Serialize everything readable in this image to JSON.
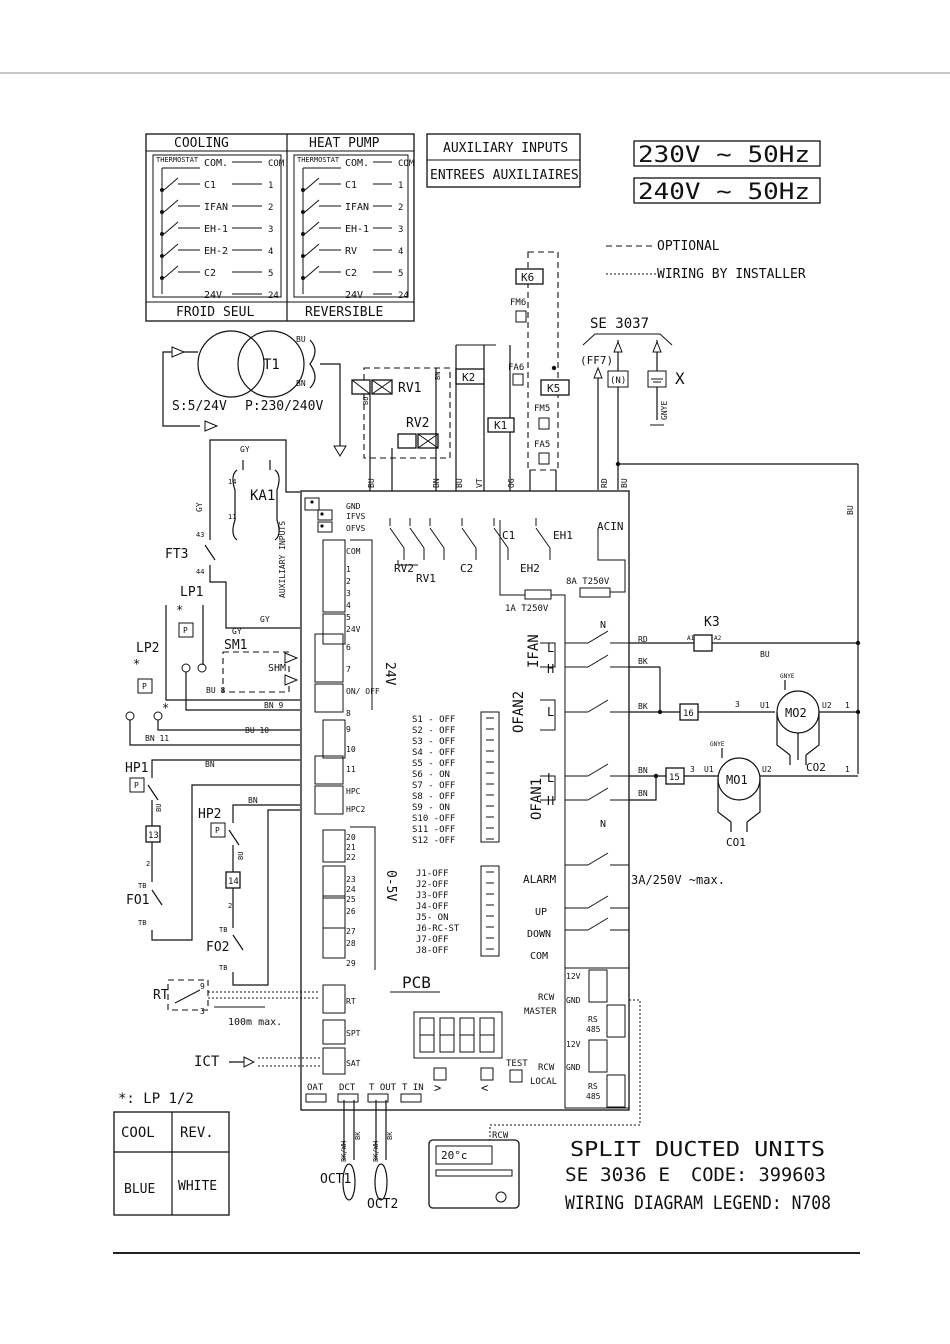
{
  "thermostats": {
    "cooling": {
      "header": "COOLING",
      "footer": "FROID SEUL",
      "sublabel": "THERMOSTAT",
      "contacts": [
        "COM.",
        "C1",
        "IFAN",
        "EH-1",
        "EH-2",
        "C2",
        "24V"
      ],
      "terminals": [
        "COM",
        "1",
        "2",
        "3",
        "4",
        "5",
        "24"
      ]
    },
    "heatpump": {
      "header": "HEAT PUMP",
      "footer": "REVERSIBLE",
      "sublabel": "THERMOSTAT",
      "contacts": [
        "COM.",
        "C1",
        "IFAN",
        "EH-1",
        "RV",
        "C2",
        "24V"
      ],
      "terminals": [
        "COM",
        "1",
        "2",
        "3",
        "4",
        "5",
        "24"
      ]
    }
  },
  "aux_inputs": {
    "line1": "AUXILIARY INPUTS",
    "line2": "ENTREES AUXILIAIRES"
  },
  "supply": [
    "230V ~ 50Hz",
    "240V ~ 50Hz"
  ],
  "legend": {
    "optional": "OPTIONAL",
    "installer": "WIRING BY INSTALLER"
  },
  "model_tag": "SE 3037",
  "transformer": {
    "name": "T1",
    "spec_left": "S:5/24V",
    "spec_right": "P:230/240V",
    "bu": "BU",
    "bn": "BN"
  },
  "relays": {
    "rv1": "RV1",
    "rv2": "RV2",
    "k1": "K1",
    "k2": "K2",
    "k5": "K5",
    "k6": "K6",
    "ka1": "KA1",
    "k3": "K3"
  },
  "fans": {
    "fm6": "FM6",
    "fa6": "FA6",
    "fm5": "FM5",
    "fa5": "FA5"
  },
  "ff7": "(FF7)",
  "neutral": "(N)",
  "gnd_label": "GNYE",
  "x_mark": "X",
  "pcb_top_wires": [
    "BU",
    "N",
    "N",
    "BN",
    "BU",
    "VT",
    "OG",
    "N",
    "RD",
    "BU"
  ],
  "pcb": {
    "title": "PCB",
    "left_terms": [
      "GND",
      "IFVS",
      "OFVS",
      "COM",
      "1",
      "2",
      "3",
      "4",
      "5",
      "24V",
      "6",
      "7",
      "ON/ OFF",
      "8",
      "9",
      "10",
      "11",
      "HPC",
      "HPC2",
      "20",
      "21",
      "22",
      "23",
      "24",
      "25",
      "26",
      "27",
      "28",
      "29",
      "RT",
      "SPT",
      "SAT"
    ],
    "aux_vertical": "AUXILIARY INPUTS",
    "v24": "24V",
    "v05": "0-5V",
    "switches": [
      "S1 - OFF",
      "S2 - OFF",
      "S3 - OFF",
      "S4 - OFF",
      "S5 - OFF",
      "S6 -  ON",
      "S7 - OFF",
      "S8 - OFF",
      "S9 -  ON",
      "S10 -OFF",
      "S11 -OFF",
      "S12 -OFF"
    ],
    "jumpers": [
      "J1-OFF",
      "J2-OFF",
      "J3-OFF",
      "J4-OFF",
      "J5-  ON",
      "J6-RC-ST",
      "J7-OFF",
      "J8-OFF"
    ],
    "relay_labels": [
      "RV2",
      "RV1",
      "C2",
      "C1",
      "EH2",
      "EH1",
      "ACIN"
    ],
    "fuses": [
      "1A T250V",
      "8A T250V"
    ],
    "ifan": "IFAN",
    "ofan2": "OFAN2",
    "ofan1": "OFAN1",
    "lh": [
      "L",
      "H",
      "L",
      "L",
      "H"
    ],
    "n_marks": [
      "N",
      "N"
    ],
    "alarm": "ALARM",
    "alarm_rating": "3A/250V ~max.",
    "up": "UP",
    "down": "DOWN",
    "com": "COM",
    "rcw_master": [
      "RCW",
      "MASTER"
    ],
    "rcw_local": [
      "RCW",
      "LOCAL"
    ],
    "v12": "12V",
    "gnd": "GND",
    "rs485": [
      "RS",
      "485"
    ],
    "test": "TEST",
    "bottom_terms": [
      "OAT",
      "DCT",
      "T OUT",
      "T IN"
    ],
    "bottom_wires": [
      "BK/WH",
      "BK",
      "BK/WH",
      "BK"
    ]
  },
  "left_components": {
    "ft3": "FT3",
    "ft3_43": "43",
    "ft3_44": "44",
    "gy": "GY",
    "lp1": "LP1",
    "lp2": "LP2",
    "sm1": "SM1",
    "shm": "SHM",
    "hp1": "HP1",
    "hp2": "HP2",
    "fo1": "FO1",
    "fo2": "FO2",
    "b13": "13",
    "b14": "14",
    "tb": "TB",
    "p": "P",
    "star": "*",
    "bu_8": "BU 8",
    "bn_9": "BN 9",
    "bn_11": "BN 11",
    "bu_10": "BU 10",
    "bn": "BN",
    "bu": "BU",
    "two": "2",
    "ka1_14": "14",
    "ka1_11": "11",
    "rt": "RT",
    "rt_9": "9",
    "rt_3": "3",
    "rt_len": "100m max.",
    "ict": "ICT"
  },
  "motors": {
    "mo1": "MO1",
    "mo2": "MO2",
    "co1": "CO1",
    "co2": "CO2",
    "b15": "15",
    "b16": "16",
    "u1": "U1",
    "u2": "U2",
    "three": "3",
    "one": "1",
    "rd": "RD",
    "bk": "BK",
    "bn": "BN",
    "bu": "BU",
    "a1": "A1",
    "a2": "A2",
    "gnye": "GNYE"
  },
  "lp_note": "*: LP 1/2",
  "lp_table": {
    "headers": [
      "COOL",
      "REV."
    ],
    "values": [
      "BLUE",
      "WHITE"
    ]
  },
  "oct": [
    "OCT1",
    "OCT2"
  ],
  "remote": {
    "tag": "RCW",
    "display": "20°c"
  },
  "title_block": {
    "line1": "SPLIT DUCTED UNITS",
    "model": "SE 3036 E",
    "code": "CODE: 399603",
    "legend": "WIRING DIAGRAM LEGEND: N708"
  }
}
